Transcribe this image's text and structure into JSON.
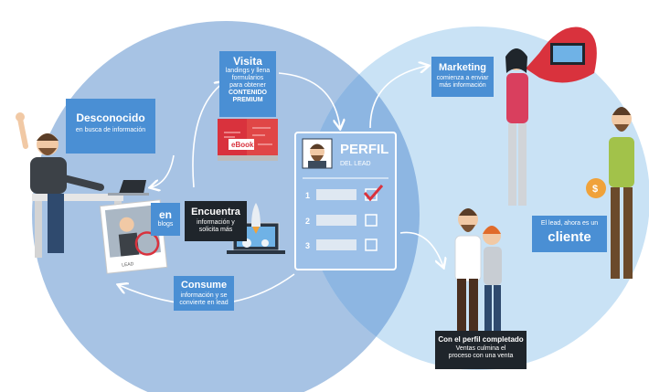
{
  "boxes": {
    "desconocido": {
      "title": "Desconocido",
      "sub": "en busca de información"
    },
    "visita": {
      "title": "Visita",
      "line1": "landings y llena",
      "line2": "formularios",
      "line3": "para obtener",
      "line4": "CONTENIDO",
      "line5": "PREMIUM"
    },
    "lee": {
      "title": "en",
      "sub": "blogs"
    },
    "encuentra": {
      "title": "Encuentra",
      "line1": "información y",
      "line2": "solicita más"
    },
    "consume": {
      "title": "Consume",
      "line1": "información y se",
      "line2": "convierte en lead"
    },
    "marketing": {
      "title": "Marketing",
      "line1": "comienza a enviar",
      "line2": "más información"
    },
    "perfil": {
      "title": "PERFIL",
      "sub": "DEL LEAD",
      "rows": [
        "1",
        "2",
        "3"
      ]
    },
    "cliente": {
      "line1": "El lead, ahora es un",
      "title": "cliente"
    },
    "perfil_completado": {
      "title": "Con el perfil completado",
      "line1": "Ventas culmina el",
      "line2": "proceso con una venta"
    }
  },
  "book_label": "eBook",
  "photo_label": "LEAD",
  "colors": {
    "circle_left": "#a7c3e4",
    "circle_right": "#c9e2f5",
    "overlap": "#8db6e2",
    "box_blue": "#4a8fd4",
    "box_dark": "#1f252b",
    "checkmark": "#d9323d"
  }
}
